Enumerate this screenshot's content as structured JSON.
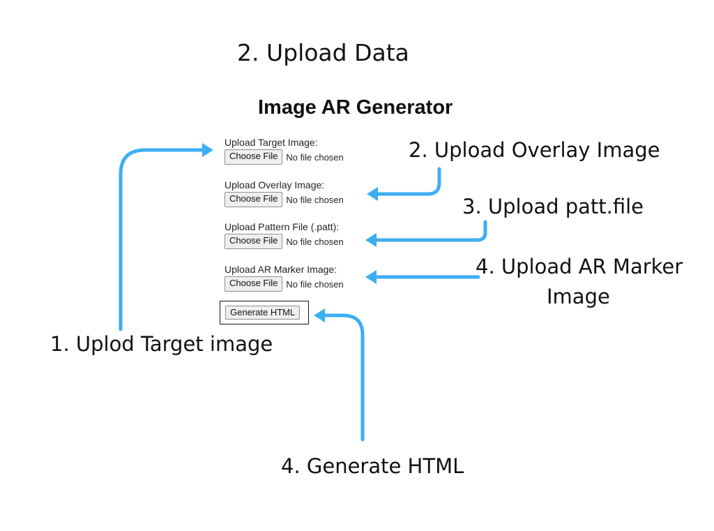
{
  "heading": "2. Upload Data",
  "app": {
    "title": "Image AR Generator",
    "fields": [
      {
        "label": "Upload Target Image:",
        "button": "Choose File",
        "status": "No file chosen"
      },
      {
        "label": "Upload Overlay Image:",
        "button": "Choose File",
        "status": "No file chosen"
      },
      {
        "label": "Upload Pattern File (.patt):",
        "button": "Choose File",
        "status": "No file chosen"
      },
      {
        "label": "Upload AR Marker Image:",
        "button": "Choose File",
        "status": "No file chosen"
      }
    ],
    "generate_label": "Generate HTML"
  },
  "annotations": {
    "target": "1. Uplod Target image",
    "overlay": "2. Upload Overlay Image",
    "patt": "3. Upload patt.file",
    "marker_line1": "4. Upload AR Marker",
    "marker_line2": "Image",
    "generate": "4. Generate HTML"
  },
  "colors": {
    "arrow": "#3daef2",
    "frame": "#111111"
  }
}
